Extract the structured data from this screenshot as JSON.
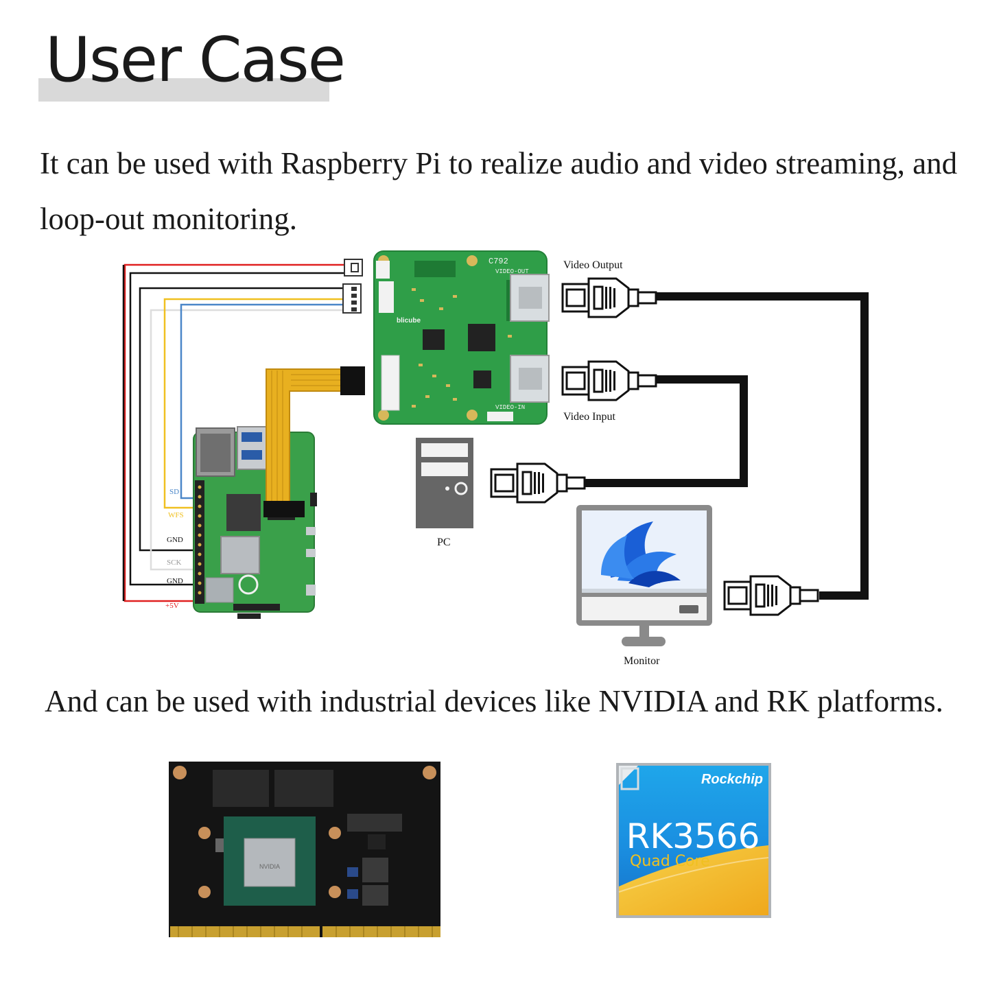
{
  "header": {
    "title": "User Case"
  },
  "intro": {
    "text": "It can be used with Raspberry Pi to realize audio and video streaming, and loop-out monitoring."
  },
  "diagram": {
    "labels": {
      "video_output": "Video Output",
      "video_input": "Video Input",
      "pc": "PC",
      "monitor": "Monitor"
    },
    "board": {
      "model": "C792",
      "port_out": "VIDEO-OUT",
      "port_in": "VIDEO-IN",
      "brand": "blicube"
    },
    "rpi_pins": [
      "SD",
      "WFS",
      "GND",
      "SCK",
      "GND",
      "+5V"
    ],
    "wire_colors": {
      "power": "#e02020",
      "ground": "#111111",
      "data_sd": "#4a86c8",
      "data_wfs": "#f0c020",
      "sck": "#dddddd"
    }
  },
  "platforms": {
    "text": "And can be used with industrial devices like NVIDIA and RK platforms.",
    "nvidia_logo": "NVIDIA",
    "rk": {
      "brand": "Rockchip",
      "model": "RK3566",
      "desc": "Quad Core"
    }
  }
}
